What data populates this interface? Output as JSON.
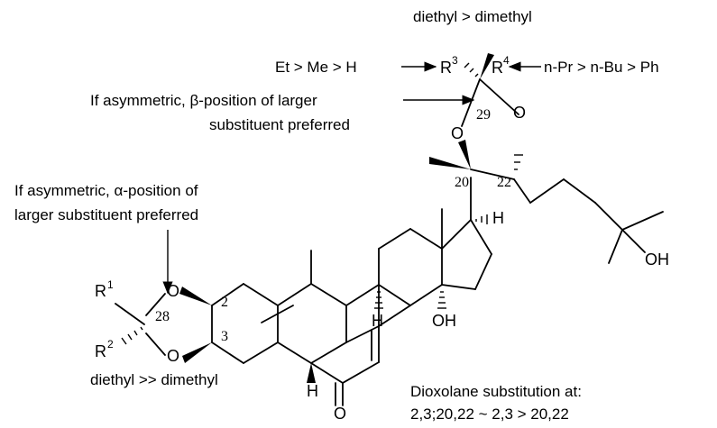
{
  "annotations": {
    "diethyl_dimethyl_top": "diethyl > dimethyl",
    "r3_order": "Et > Me > H",
    "r4_order": "n-Pr > n-Bu > Ph",
    "beta_line1": "If asymmetric, β-position of larger",
    "beta_line2": "substituent preferred",
    "alpha_line1": "If asymmetric, α-position of",
    "alpha_line2": "larger substituent preferred",
    "diethyl_bottom": "diethyl >> dimethyl",
    "dioxolane_line1": "Dioxolane substitution at:",
    "dioxolane_line2": "2,3;20,22 ~ 2,3 > 20,22"
  },
  "atoms": {
    "O": "O",
    "OH": "OH",
    "H": "H",
    "R": "R",
    "r1": "1",
    "r2": "2",
    "r3": "3",
    "r4": "4"
  },
  "locants": {
    "c2": "2",
    "c3": "3",
    "c20": "20",
    "c22": "22",
    "c28": "28",
    "c29": "29"
  }
}
